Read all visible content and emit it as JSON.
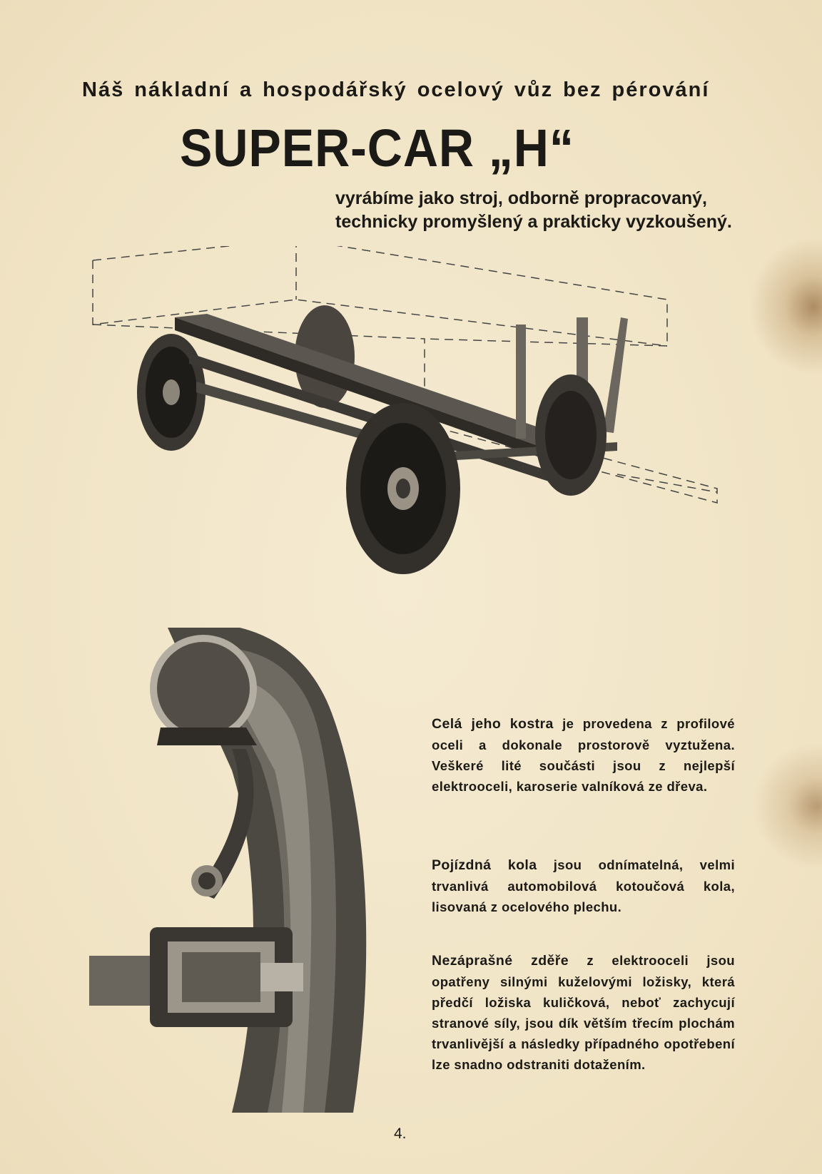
{
  "heading": {
    "subtitle": "Náš nákladní a hospodářský ocelový vůz bez pérování",
    "title": "SUPER-CAR „H“"
  },
  "intro": {
    "line1": "vyrábíme jako stroj, odborně propracovaný,",
    "line2": "technicky promyšlený a prakticky vyzkoušený."
  },
  "paragraphs": [
    {
      "lead": "Celá jeho kostra",
      "text": " je provedena z profilové oceli a dokonale prostorově vyztužena. Veškeré lité součásti jsou z nejlepší elektrooceli, karoserie valníková ze dřeva."
    },
    {
      "lead": "Pojízdná kola",
      "text": " jsou odnímatelná, velmi trvanlivá automobilová kotoučová kola, lisovaná z ocelového plechu."
    },
    {
      "lead": "Nezáprašné zděře",
      "text": " z elektrooceli jsou opatřeny silnými kuželovými ložisky, která předčí ložiska kuličková, neboť zachycují stranové síly, jsou dík větším třecím plochám trvanlivější a následky případného opotřebení lze snadno odstraniti dotažením."
    }
  ],
  "page_number": "4."
}
